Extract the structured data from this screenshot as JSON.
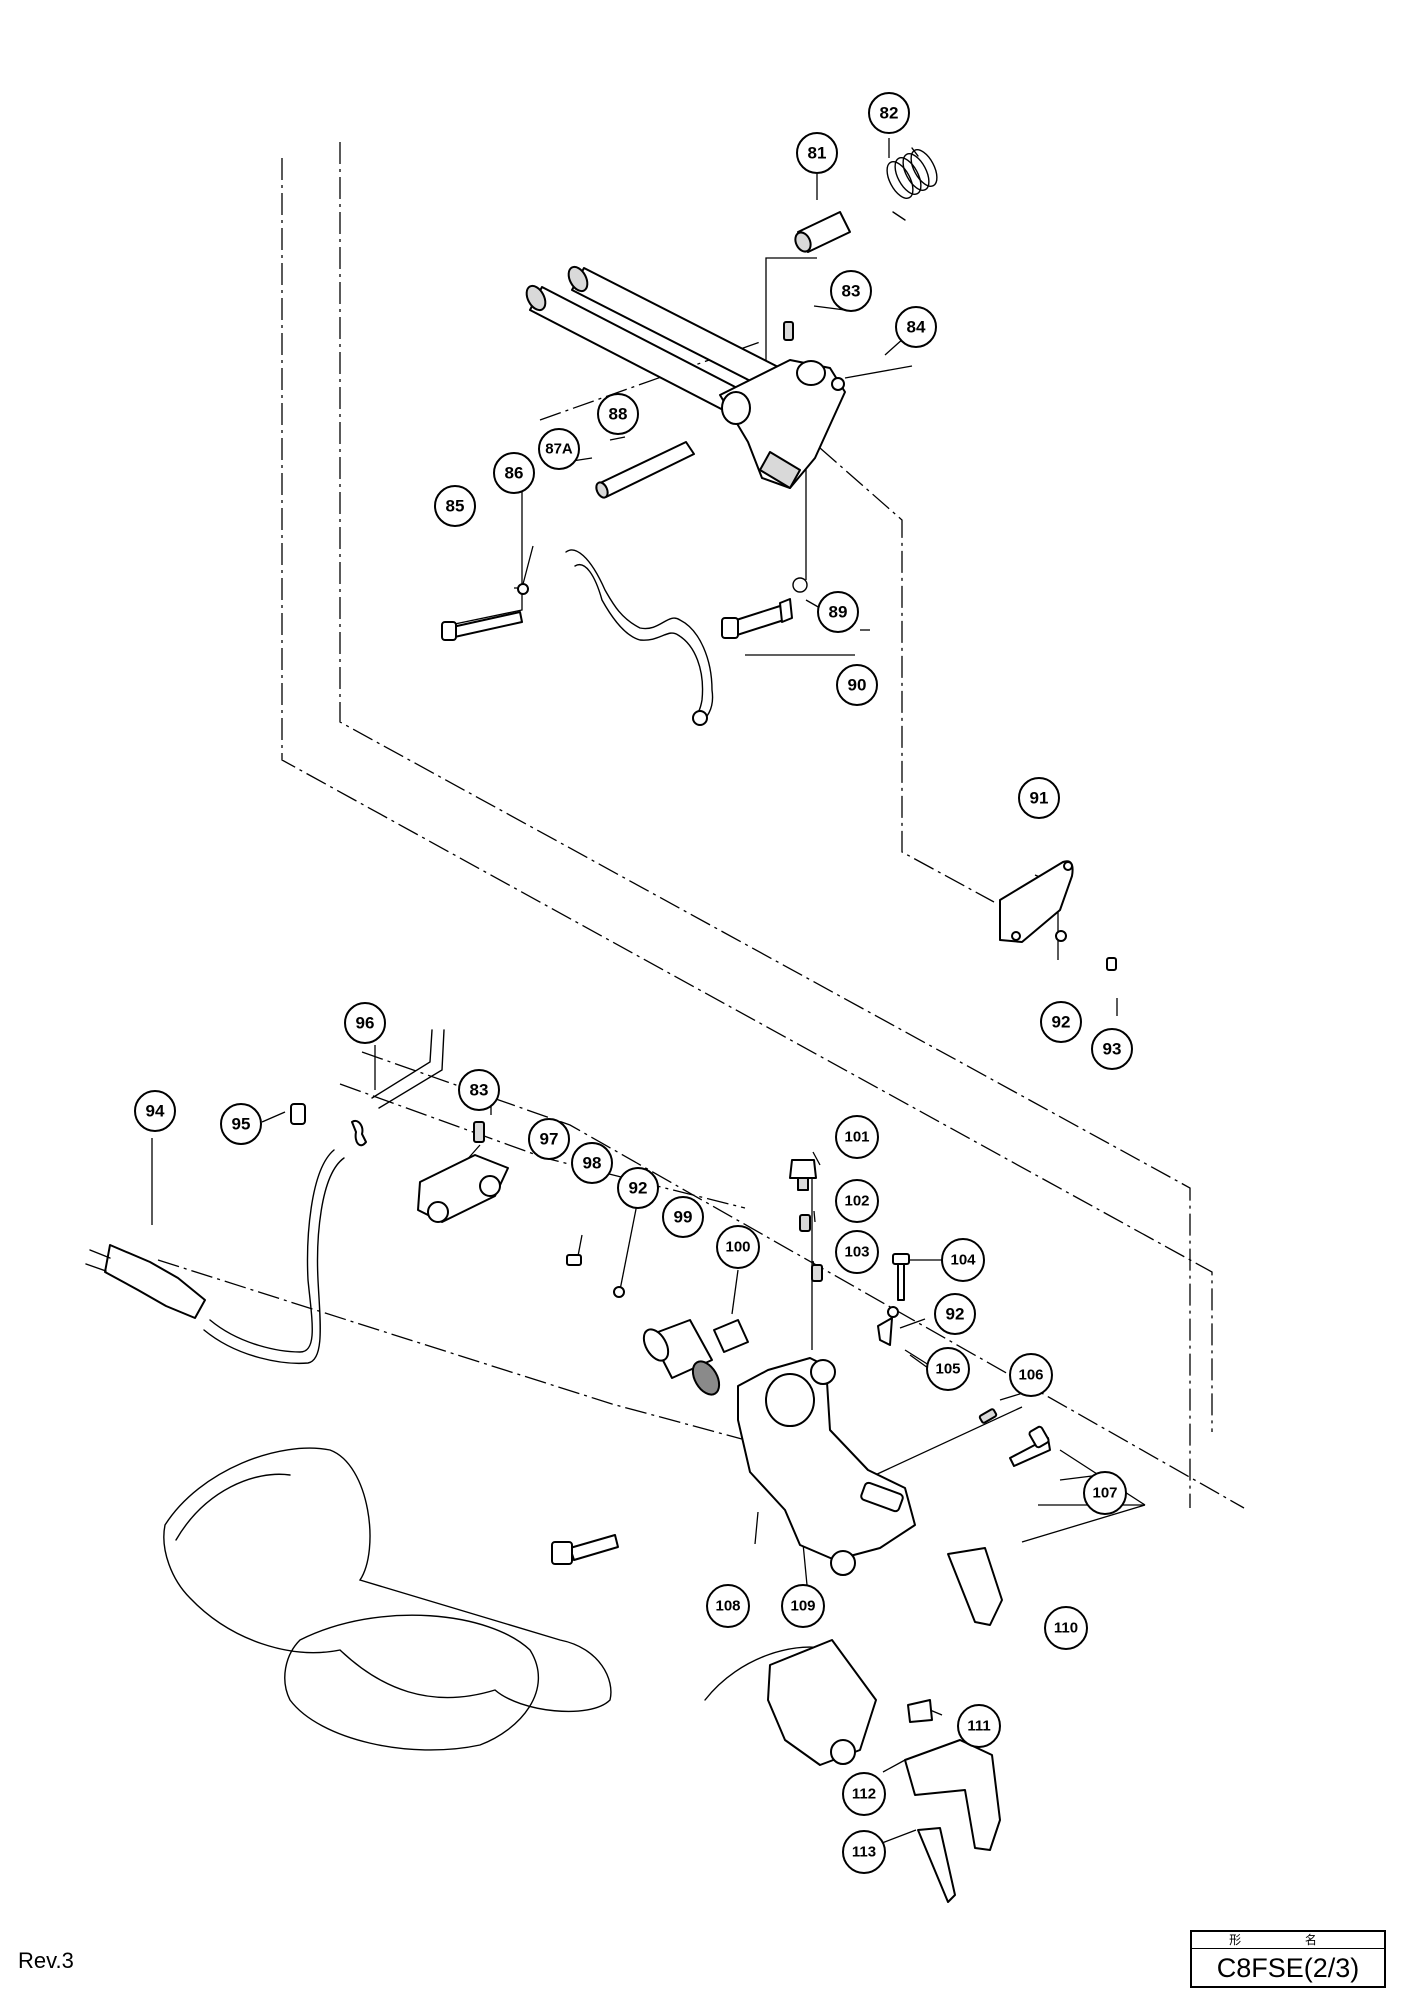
{
  "document": {
    "revision": "Rev.3",
    "model_caption": "形 名",
    "model_name": "C8FSE(2/3)"
  },
  "callouts": [
    "82",
    "81",
    "83",
    "84",
    "88",
    "87A",
    "86",
    "85",
    "89",
    "90",
    "91",
    "92",
    "93",
    "96",
    "94",
    "83",
    "95",
    "97",
    "98",
    "92",
    "99",
    "101",
    "102",
    "100",
    "103",
    "104",
    "92",
    "105",
    "106",
    "107",
    "108",
    "109",
    "110",
    "111",
    "112",
    "113"
  ]
}
